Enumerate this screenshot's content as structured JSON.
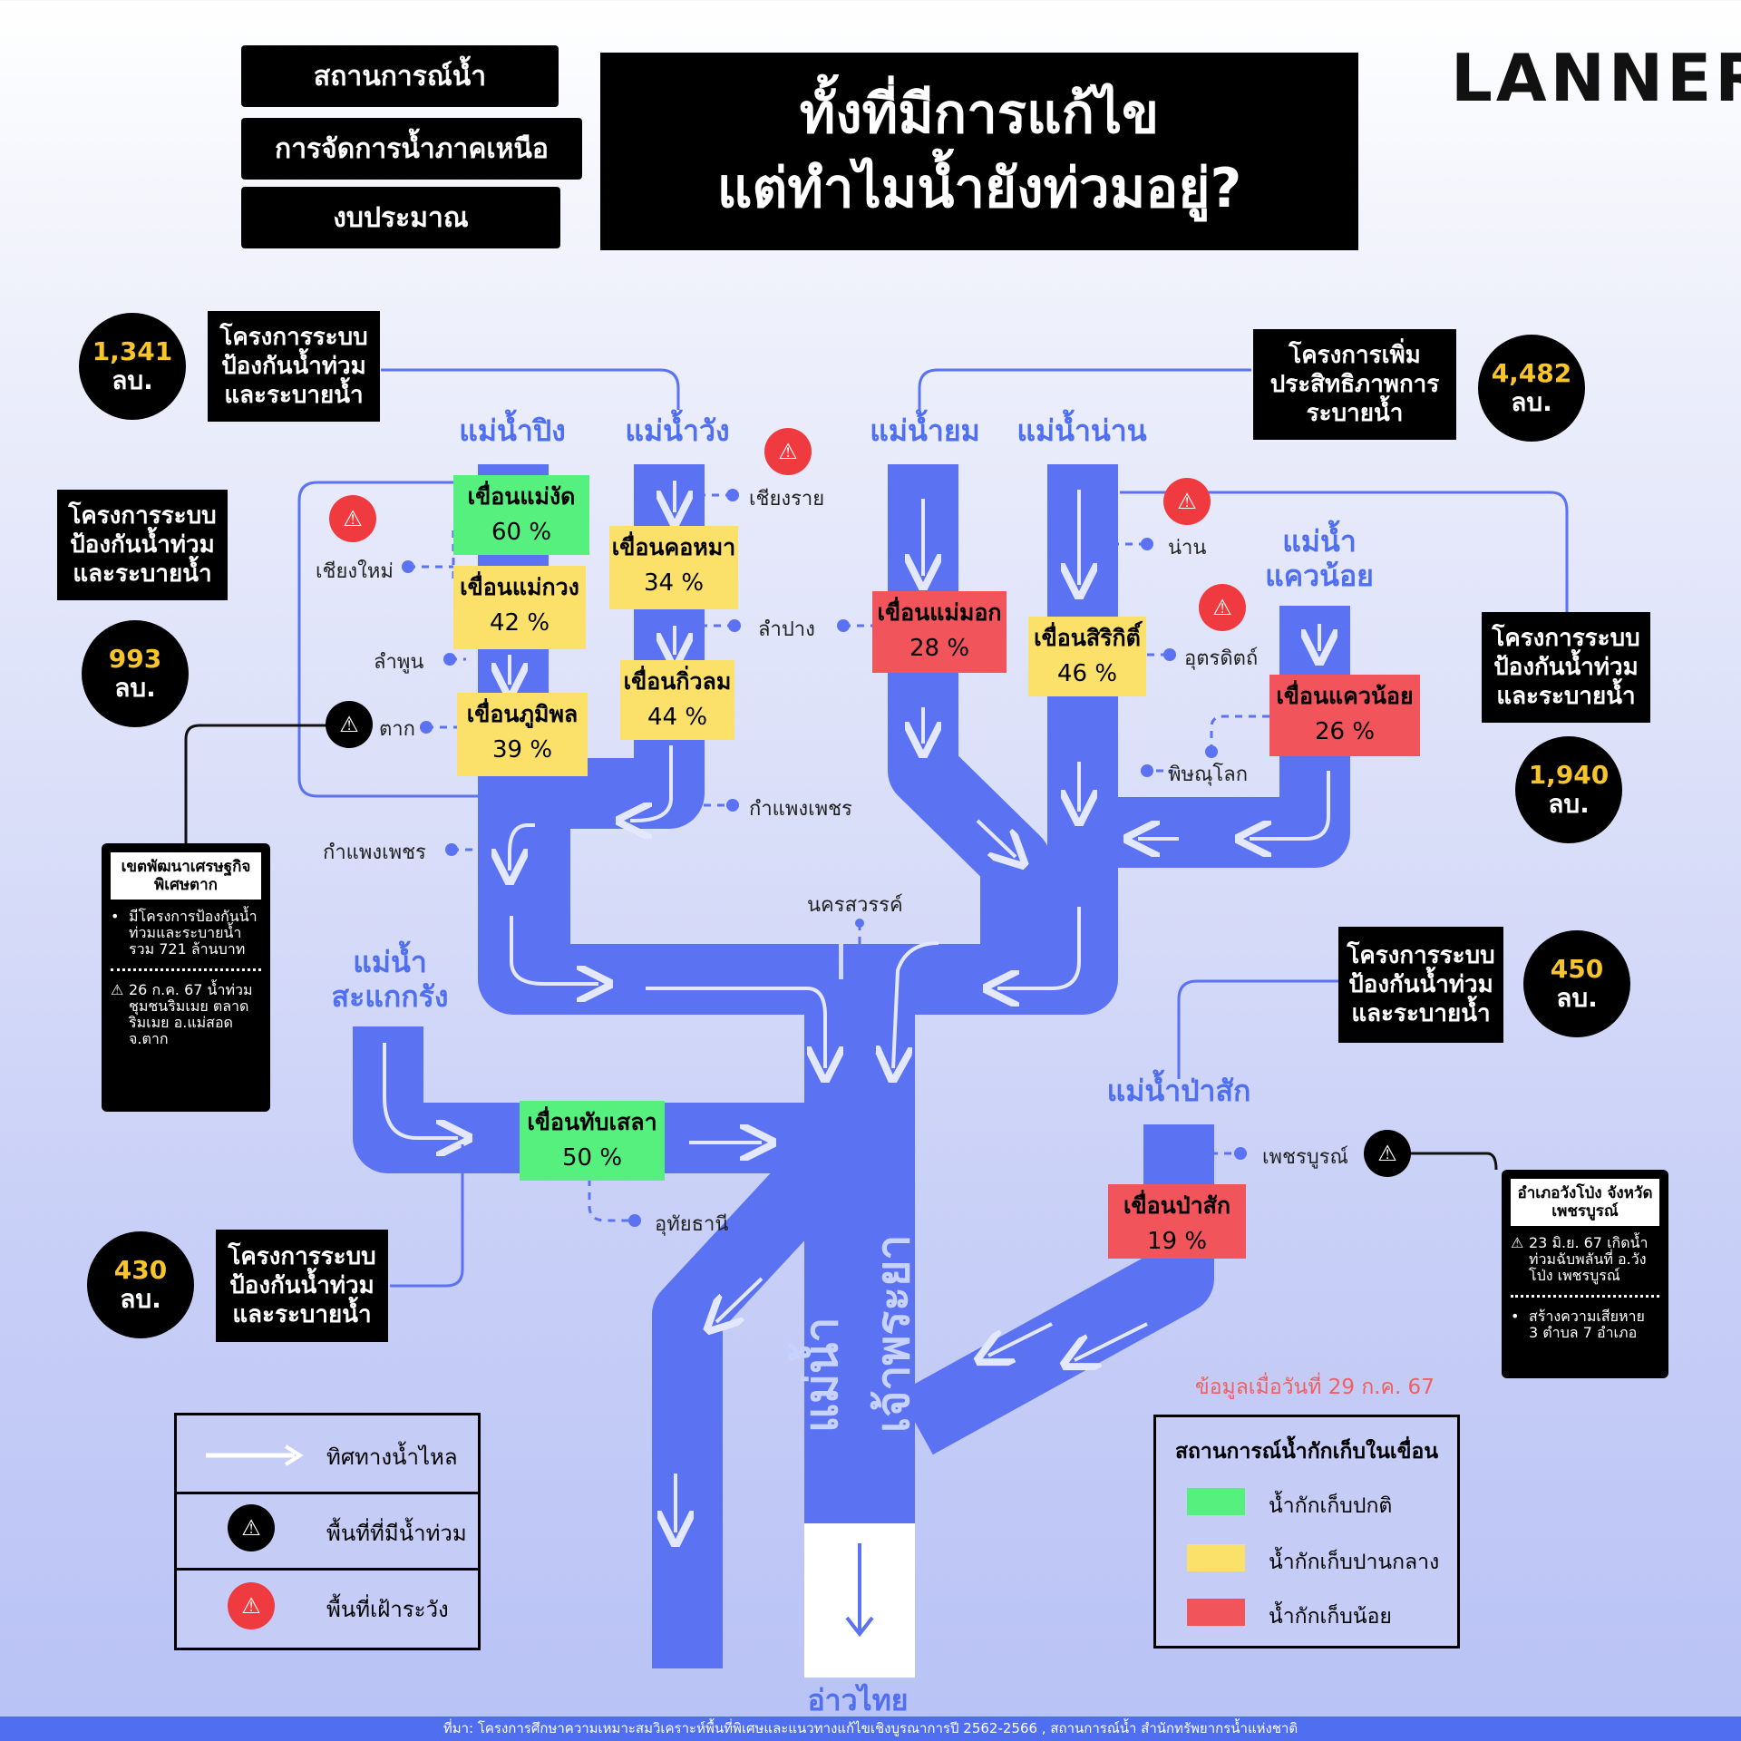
{
  "header": {
    "tags": [
      "สถานการณ์น้ำ",
      "การจัดการน้ำภาคเหนือ",
      "งบประมาณ"
    ],
    "title_line1": "ทั้งที่มีการแก้ไข",
    "title_line2": "แต่ทำไมน้ำยังท่วมอยู่?",
    "logo": "LANNER"
  },
  "projects": [
    {
      "label_lines": [
        "โครงการระบบ",
        "ป้องกันน้ำท่วม",
        "และระบายน้ำ"
      ],
      "budget": "1,341",
      "unit": "ลบ."
    },
    {
      "label_lines": [
        "โครงการระบบ",
        "ป้องกันน้ำท่วม",
        "และระบายน้ำ"
      ],
      "budget": "993",
      "unit": "ลบ."
    },
    {
      "label_lines": [
        "โครงการเพิ่ม",
        "ประสิทธิภาพการ",
        "ระบายน้ำ"
      ],
      "budget": "4,482",
      "unit": "ลบ."
    },
    {
      "label_lines": [
        "โครงการระบบ",
        "ป้องกันน้ำท่วม",
        "และระบายน้ำ"
      ],
      "budget": "1,940",
      "unit": "ลบ."
    },
    {
      "label_lines": [
        "โครงการระบบ",
        "ป้องกันน้ำท่วม",
        "และระบายน้ำ"
      ],
      "budget": "450",
      "unit": "ลบ."
    },
    {
      "label_lines": [
        "โครงการระบบ",
        "ป้องกันน้ำท่วม",
        "และระบายน้ำ"
      ],
      "budget": "430",
      "unit": "ลบ."
    }
  ],
  "rivers": {
    "ping": "แม่น้ำปิง",
    "wang": "แม่น้ำวัง",
    "yom": "แม่น้ำยม",
    "nan": "แม่น้ำน่าน",
    "khwae_noi_1": "แม่น้ำ",
    "khwae_noi_2": "แควน้อย",
    "sakae_krang_1": "แม่น้ำ",
    "sakae_krang_2": "สะแกกรัง",
    "pa_sak": "แม่น้ำป่าสัก",
    "chao_phraya": "แม่น้ำเจ้าพระยา",
    "gulf": "อ่าวไทย"
  },
  "dams": [
    {
      "name": "เขื่อนแม่งัด",
      "pct": "60 %",
      "status": "normal"
    },
    {
      "name": "เขื่อนแม่กวง",
      "pct": "42 %",
      "status": "medium"
    },
    {
      "name": "เขื่อนภูมิพล",
      "pct": "39 %",
      "status": "medium"
    },
    {
      "name": "เขื่อนคอหมา",
      "pct": "34 %",
      "status": "medium"
    },
    {
      "name": "เขื่อนกิ่วลม",
      "pct": "44 %",
      "status": "medium"
    },
    {
      "name": "เขื่อนแม่มอก",
      "pct": "28 %",
      "status": "low"
    },
    {
      "name": "เขื่อนสิริกิติ์",
      "pct": "46 %",
      "status": "medium"
    },
    {
      "name": "เขื่อนแควน้อย",
      "pct": "26 %",
      "status": "low"
    },
    {
      "name": "เขื่อนทับเสลา",
      "pct": "50 %",
      "status": "normal"
    },
    {
      "name": "เขื่อนป่าสัก",
      "pct": "19 %",
      "status": "low"
    }
  ],
  "places": {
    "chiang_rai": "เชียงราย",
    "chiang_mai": "เชียงใหม่",
    "lamphun": "ลำพูน",
    "tak": "ตาก",
    "lampang": "ลำปาง",
    "kamphaeng_phet_1": "กำแพงเพชร",
    "kamphaeng_phet_2": "กำแพงเพชร",
    "nan": "น่าน",
    "uttaradit": "อุตรดิตถ์",
    "phitsanulok": "พิษณุโลก",
    "nakhon_sawan": "นครสวรรค์",
    "uthai_thani": "อุทัยธานี",
    "phetchabun": "เพชรบูรณ์"
  },
  "info_tak": {
    "title": "เขตพัฒนาเศรษฐกิจพิเศษตาก",
    "bullet": "มีโครงการป้องกันน้ำท่วมและระบายน้ำรวม 721 ล้านบาท",
    "flood_note": "26 ก.ค. 67 น้ำท่วมชุมชนริมเมย ตลาดริมเมย อ.แม่สอด จ.ตาก"
  },
  "info_wangpong": {
    "title": "อำเภอวังโป่ง จังหวัดเพชรบูรณ์",
    "flood_note": "23 มิ.ย. 67 เกิดน้ำท่วมฉับพลันที่ อ.วังโป่ง เพชรบูรณ์",
    "bullet": "สร้างความเสียหาย 3 ตำบล 7 อำเภอ"
  },
  "legend_flow": {
    "flow": "ทิศทางน้ำไหล",
    "flooded": "พื้นที่ที่มีน้ำท่วม",
    "watch": "พื้นที่เฝ้าระวัง"
  },
  "legend_storage": {
    "title": "สถานการณ์น้ำกักเก็บในเขื่อน",
    "normal": "น้ำกักเก็บปกติ",
    "medium": "น้ำกักเก็บปานกลาง",
    "low": "น้ำกักเก็บน้อย"
  },
  "date_note": "ข้อมูลเมื่อวันที่ 29 ก.ค. 67",
  "colors": {
    "river": "#5b72f2",
    "normal": "#56f07e",
    "medium": "#fbe06a",
    "low": "#f2545b",
    "budget_number": "#f7c52b"
  },
  "icons": {
    "flooded": "flood-alert-icon",
    "watch": "warning-alert-icon"
  },
  "source": "ที่มา: โครงการศึกษาความเหมาะสมวิเคราะห์พื้นที่พิเศษและแนวทางแก้ไขเชิงบูรณาการปี 2562-2566 , สถานการณ์น้ำ  สำนักทรัพยากรน้ำแห่งชาติ"
}
